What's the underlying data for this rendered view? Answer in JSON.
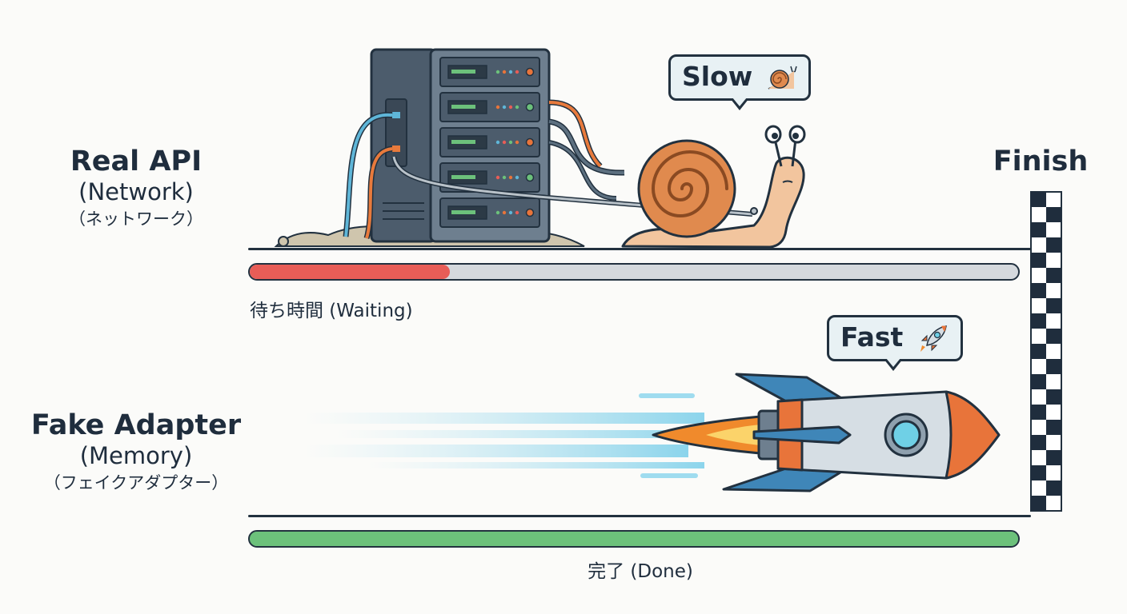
{
  "lanes": {
    "real": {
      "title": "Real API",
      "subtitle": "(Network)",
      "kana": "（ネットワーク）",
      "caption": "待ち時間 (Waiting)",
      "bubble": "Slow",
      "progress": 0.26,
      "color": "#e85d57"
    },
    "fake": {
      "title": "Fake Adapter",
      "subtitle": "(Memory)",
      "kana": "（フェイクアダプター）",
      "caption": "完了 (Done)",
      "bubble": "Fast",
      "progress": 1.0,
      "color": "#6cc17b"
    }
  },
  "finish": {
    "label": "Finish"
  },
  "icons": {
    "slow": "snail-icon",
    "fast": "rocket-icon",
    "server": "server-rack-icon",
    "finish": "checkered-flag-icon"
  }
}
